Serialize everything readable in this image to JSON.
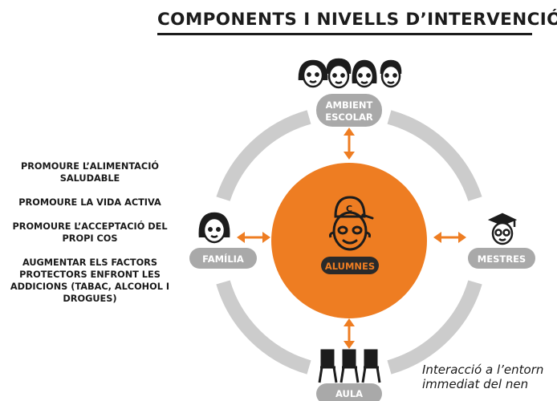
{
  "title": "COMPONENTS I NIVELLS D’INTERVENCIÓ",
  "goals": [
    "PROMOURE L’ALIMENTACIÓ SALUDABLE",
    "PROMOURE LA VIDA ACTIVA",
    "PROMOURE L’ACCEPTACIÓ DEL PROPI COS",
    "AUGMENTAR ELS FACTORS PROTECTORS ENFRONT LES ADDICIONS (TABAC, ALCOHOL I DROGUES)"
  ],
  "nodes": {
    "center": "ALUMNES",
    "top_line1": "AMBIENT",
    "top_line2": "ESCOLAR",
    "left": "FAMÍLIA",
    "right": "MESTRES",
    "bottom": "AULA"
  },
  "cap_letter": "C",
  "caption_line1": "Interacció a l’entorn",
  "caption_line2": "immediat del nen",
  "colors": {
    "accent": "#ee7d22",
    "ring": "#cccccc",
    "node": "#a9a9a9",
    "dark": "#1c1c1c"
  }
}
